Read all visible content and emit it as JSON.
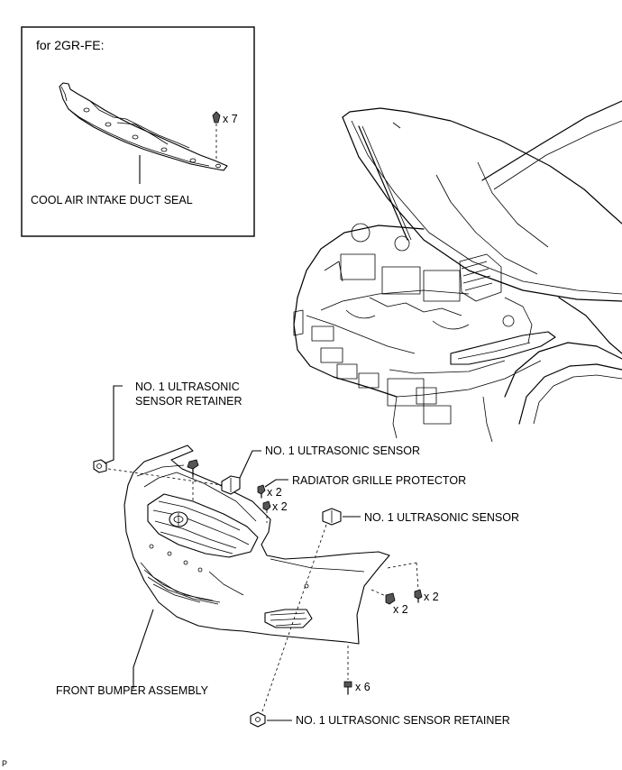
{
  "inset": {
    "title": "for 2GR-FE:",
    "part_label": "COOL AIR INTAKE DUCT SEAL",
    "qty": "x 7"
  },
  "callouts": {
    "sensor_retainer_top": "NO. 1 ULTRASONIC SENSOR RETAINER",
    "sensor_retainer_top_line1": "NO. 1 ULTRASONIC",
    "sensor_retainer_top_line2": "SENSOR RETAINER",
    "sensor_upper": "NO. 1 ULTRASONIC SENSOR",
    "grille_protector": "RADIATOR GRILLE PROTECTOR",
    "sensor_right": "NO. 1 ULTRASONIC SENSOR",
    "bumper": "FRONT BUMPER ASSEMBLY",
    "sensor_retainer_bottom": "NO. 1 ULTRASONIC SENSOR RETAINER"
  },
  "quantities": {
    "grille_screws": "x 2",
    "grille_clips": "x 2",
    "side_screws": "x 2",
    "side_clips": "x 2",
    "bottom_screws": "x 6"
  },
  "corner_mark": "P"
}
